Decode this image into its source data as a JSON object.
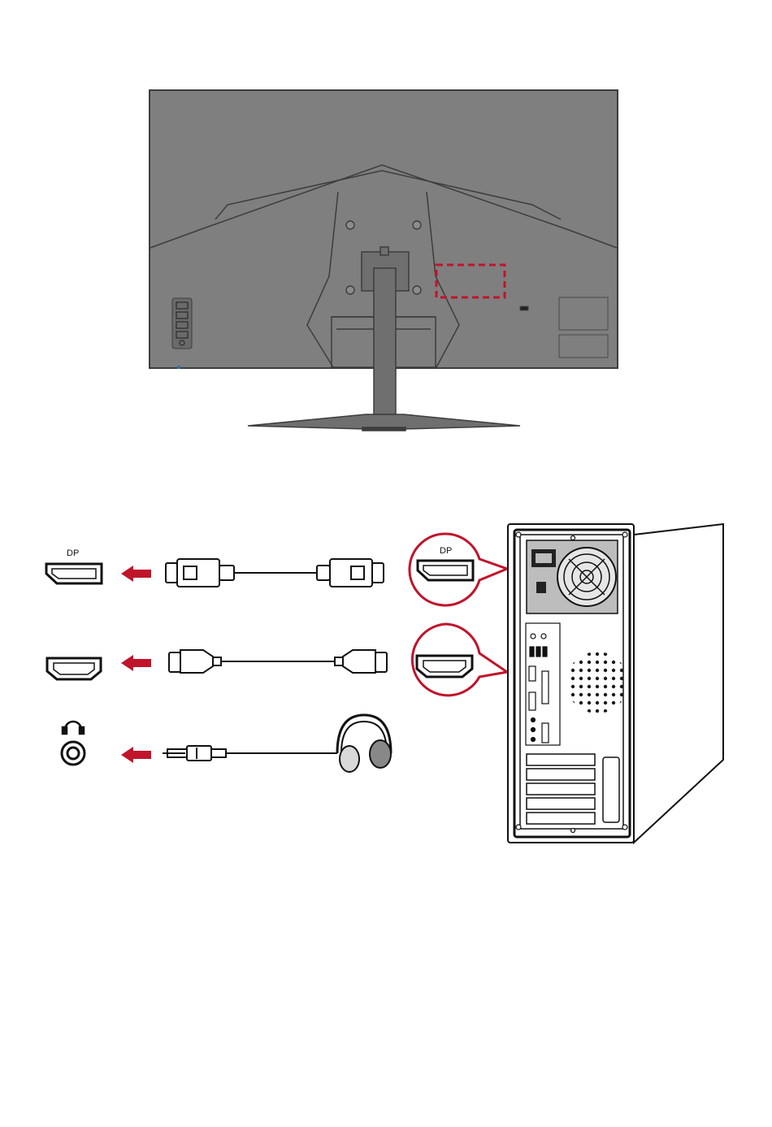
{
  "diagram": {
    "monitor": {
      "color": "#7f7f7f",
      "outline": "#3a3a3a",
      "highlight_color": "#c0142b",
      "highlight_style": "dashed rectangle"
    },
    "connections": [
      {
        "id": "dp",
        "port_label": "DP",
        "port_icon": "displayport-port-icon",
        "cable_icon": "displayport-cable-icon",
        "arrow_direction": "left"
      },
      {
        "id": "hdmi",
        "port_label": "",
        "port_icon": "hdmi-port-icon",
        "cable_icon": "hdmi-cable-icon",
        "arrow_direction": "left"
      },
      {
        "id": "audio",
        "port_label": "",
        "port_icon": "audio-jack-icon",
        "cable_icon": "headphones-plug-icon",
        "arrow_direction": "left"
      }
    ],
    "computer_callouts": [
      {
        "label": "DP",
        "icon": "displayport-port-icon"
      },
      {
        "label": "",
        "icon": "hdmi-port-icon"
      }
    ],
    "colors": {
      "arrow": "#c0142b",
      "callout": "#c0142b",
      "line": "#1a1a1a"
    }
  }
}
